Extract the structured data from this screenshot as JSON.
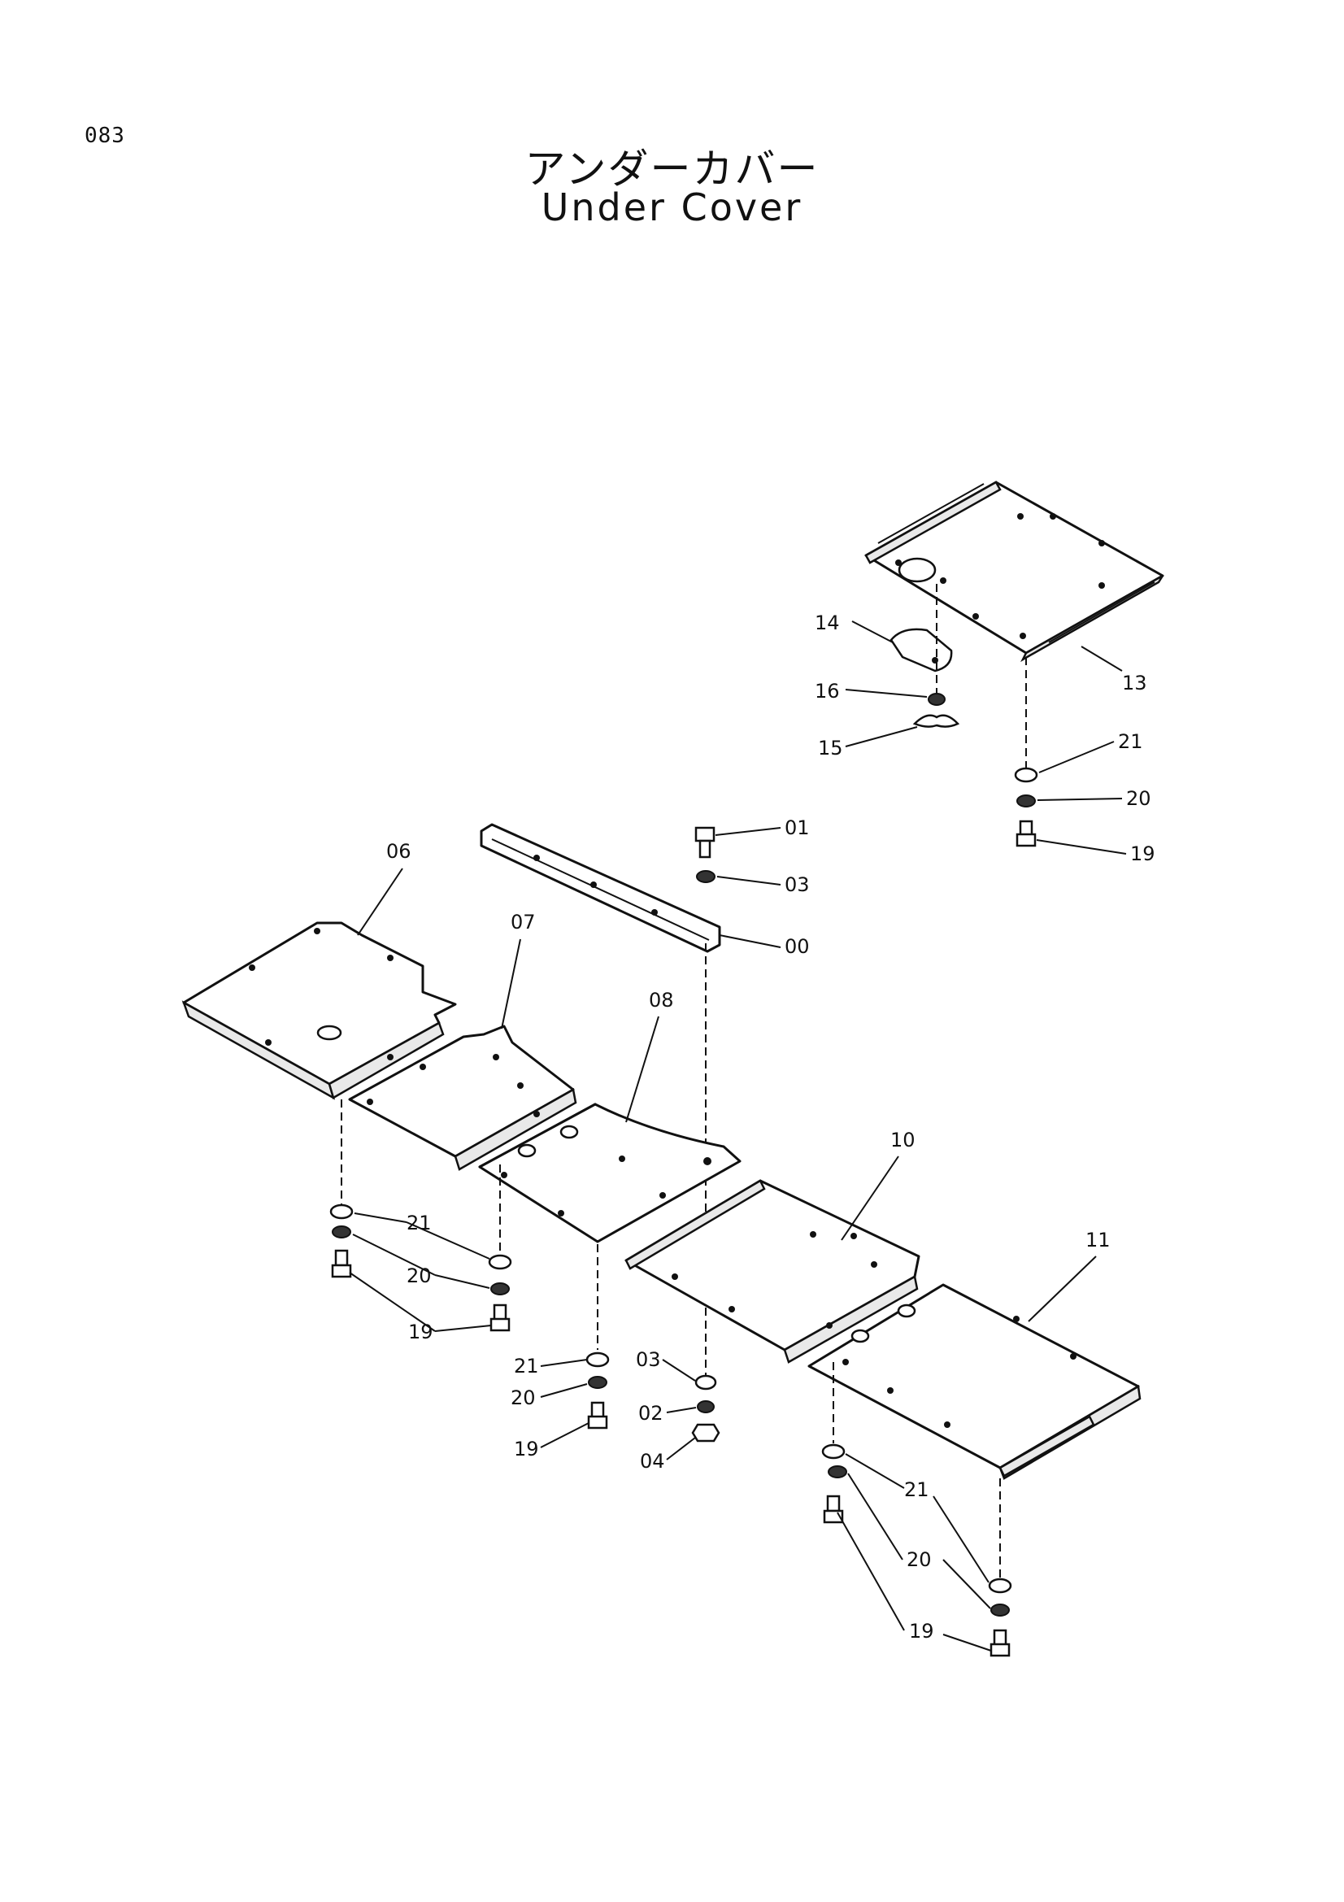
{
  "page_number": "083",
  "title_jp": "アンダーカバー",
  "title_en": "Under Cover",
  "callouts": {
    "c00": "00",
    "c01": "01",
    "c02": "02",
    "c03a": "03",
    "c03b": "03",
    "c04": "04",
    "c06": "06",
    "c07": "07",
    "c08": "08",
    "c10": "10",
    "c11": "11",
    "c13": "13",
    "c14": "14",
    "c15": "15",
    "c16": "16",
    "c19a": "19",
    "c19b": "19",
    "c19c": "19",
    "c19d": "19",
    "c20a": "20",
    "c20b": "20",
    "c20c": "20",
    "c20d": "20",
    "c21a": "21",
    "c21b": "21",
    "c21c": "21",
    "c21d": "21"
  }
}
